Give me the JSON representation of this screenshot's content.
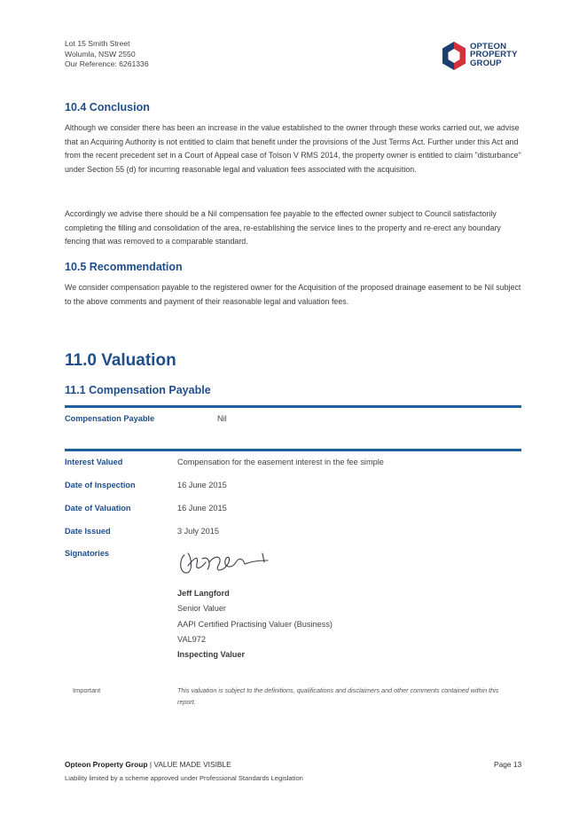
{
  "header": {
    "address_line1": "Lot 15 Smith Street",
    "address_line2": "Wolumla, NSW 2550",
    "reference": "Our Reference: 6261336",
    "logo_line1": "OPTEON",
    "logo_line2": "PROPERTY",
    "logo_line3": "GROUP"
  },
  "section_10_4": {
    "heading": "10.4 Conclusion",
    "para1": "Although we consider there has been an increase in the value established to the owner through these works carried out, we advise that an Acquiring Authority is not entitled to claim that benefit under the provisions of the Just Terms Act. Further under this Act and from the recent precedent set in a Court of Appeal case of Tolson V RMS 2014, the property owner is entitled to claim \"disturbance\" under Section 55 (d) for incurring reasonable legal and valuation fees associated with the acquisition.",
    "para2": "Accordingly we advise there should be a Nil compensation fee payable to the effected owner subject to Council satisfactorily completing the filling and consolidation of the area, re-establishing the service lines to the property and re-erect any boundary fencing that was removed to a comparable standard."
  },
  "section_10_5": {
    "heading": "10.5 Recommendation",
    "para1": "We consider compensation payable to the registered owner for the Acquisition of the proposed drainage easement to be Nil subject to the above comments and payment of their reasonable legal and valuation fees."
  },
  "section_11": {
    "heading": "11.0 Valuation",
    "subheading": "11.1 Compensation Payable",
    "compensation_label": "Compensation Payable",
    "compensation_value": "Nil",
    "rows": [
      {
        "label": "Interest Valued",
        "value": "Compensation for the easement interest in the fee simple"
      },
      {
        "label": "Date of Inspection",
        "value": "16 June 2015"
      },
      {
        "label": "Date of Valuation",
        "value": "16 June 2015"
      },
      {
        "label": "Date Issued",
        "value": "3 July 2015"
      }
    ],
    "signatories_label": "Signatories",
    "signatory": {
      "name": "Jeff Langford",
      "title": "Senior Valuer",
      "qualification": "AAPI Certified Practising Valuer (Business)",
      "registration": "VAL972",
      "role": "Inspecting Valuer"
    },
    "important_label": "Important",
    "important_text": "This valuation is subject to the definitions, qualifications and disclaimers and other comments contained within this report."
  },
  "footer": {
    "brand": "Opteon Property Group",
    "separator": " | ",
    "tagline": "VALUE MADE VISIBLE",
    "page": "Page 13",
    "liability": "Liability limited by a scheme approved under Professional Standards Legislation"
  },
  "colors": {
    "heading_blue": "#1f4e8c",
    "rule_blue": "#1f5f9f",
    "logo_red": "#d6313a",
    "logo_navy": "#1c3f73"
  }
}
